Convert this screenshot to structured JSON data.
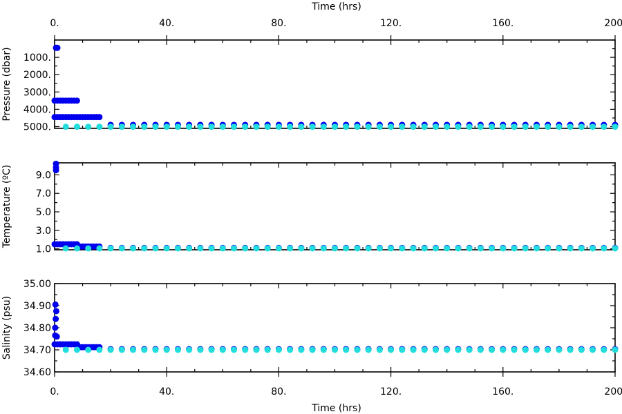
{
  "chart_data": {
    "type": "scatter",
    "title": "",
    "xlabel_top": "Time (hrs)",
    "xlabel_bottom": "Time (hrs)",
    "x_ticks": [
      "0.",
      "40.",
      "80.",
      "120.",
      "160.",
      "200."
    ],
    "xlim": [
      0,
      200
    ],
    "colors": {
      "profile": "#0000ee",
      "surface": "#22dddd"
    },
    "panels": [
      {
        "id": "pressure",
        "ylabel": "Pressure (dbar)",
        "ylim": [
          5100,
          0
        ],
        "y_ticks": [
          "1000.",
          "2000.",
          "3000.",
          "4000.",
          "5000."
        ],
        "y_tick_values": [
          1000,
          2000,
          3000,
          4000,
          5000
        ],
        "series": [
          {
            "color": "profile",
            "points": [
              [
                1,
                450
              ],
              [
                0.5,
                450
              ],
              [
                0,
                3500
              ],
              [
                1,
                3500
              ],
              [
                2,
                3500
              ],
              [
                3,
                3500
              ],
              [
                4,
                3500
              ],
              [
                5,
                3500
              ],
              [
                6,
                3500
              ],
              [
                7,
                3500
              ],
              [
                8,
                3500
              ],
              [
                0,
                4450
              ],
              [
                1,
                4450
              ],
              [
                2,
                4450
              ],
              [
                3,
                4450
              ],
              [
                4,
                4450
              ],
              [
                5,
                4450
              ],
              [
                6,
                4450
              ],
              [
                7,
                4450
              ],
              [
                8,
                4450
              ],
              [
                9,
                4450
              ],
              [
                10,
                4450
              ],
              [
                11,
                4450
              ],
              [
                12,
                4450
              ],
              [
                13,
                4450
              ],
              [
                14,
                4450
              ],
              [
                15,
                4450
              ],
              [
                16,
                4450
              ]
            ],
            "line_t_start": 20,
            "line_t_end": 200,
            "line_t_step": 4,
            "line_value": 4900
          },
          {
            "color": "surface",
            "points": [
              [
                4,
                5010
              ],
              [
                8,
                5010
              ],
              [
                12,
                5010
              ],
              [
                16,
                5010
              ]
            ],
            "line_t_start": 20,
            "line_t_end": 200,
            "line_t_step": 4,
            "line_value": 5010
          }
        ]
      },
      {
        "id": "temperature",
        "ylabel": "Temperature (ºC)",
        "ylim": [
          0.9,
          10.3
        ],
        "y_ticks": [
          "1.0",
          "3.0",
          "5.0",
          "7.0",
          "9.0"
        ],
        "y_tick_values": [
          1,
          3,
          5,
          7,
          9
        ],
        "series": [
          {
            "color": "profile",
            "points": [
              [
                0.5,
                10.2
              ],
              [
                0.5,
                9.8
              ],
              [
                0.5,
                9.5
              ],
              [
                0,
                1.5
              ],
              [
                1,
                1.5
              ],
              [
                2,
                1.5
              ],
              [
                3,
                1.5
              ],
              [
                4,
                1.5
              ],
              [
                5,
                1.5
              ],
              [
                6,
                1.5
              ],
              [
                7,
                1.5
              ],
              [
                8,
                1.5
              ],
              [
                9,
                1.25
              ],
              [
                10,
                1.25
              ],
              [
                11,
                1.25
              ],
              [
                12,
                1.25
              ],
              [
                13,
                1.25
              ],
              [
                14,
                1.25
              ],
              [
                15,
                1.25
              ],
              [
                16,
                1.25
              ]
            ],
            "line_t_start": 20,
            "line_t_end": 200,
            "line_t_step": 4,
            "line_value": 1.1
          },
          {
            "color": "surface",
            "points": [
              [
                4,
                1.05
              ],
              [
                8,
                1.05
              ],
              [
                12,
                1.05
              ],
              [
                16,
                1.05
              ]
            ],
            "line_t_start": 20,
            "line_t_end": 200,
            "line_t_step": 4,
            "line_value": 1.05
          }
        ]
      },
      {
        "id": "salinity",
        "ylabel": "Salinity (psu)",
        "ylim": [
          34.6,
          35.0
        ],
        "y_ticks": [
          "34.60",
          "34.70",
          "34.80",
          "34.90",
          "35.00"
        ],
        "y_tick_values": [
          34.6,
          34.7,
          34.8,
          34.9,
          35.0
        ],
        "series": [
          {
            "color": "profile",
            "points": [
              [
                0.3,
                34.905
              ],
              [
                0.6,
                34.875
              ],
              [
                0.4,
                34.84
              ],
              [
                0.2,
                34.8
              ],
              [
                0.2,
                34.765
              ],
              [
                0.8,
                34.76
              ],
              [
                0,
                34.725
              ],
              [
                1,
                34.725
              ],
              [
                2,
                34.725
              ],
              [
                3,
                34.725
              ],
              [
                4,
                34.725
              ],
              [
                5,
                34.725
              ],
              [
                6,
                34.725
              ],
              [
                7,
                34.725
              ],
              [
                8,
                34.725
              ],
              [
                9,
                34.712
              ],
              [
                10,
                34.712
              ],
              [
                11,
                34.712
              ],
              [
                12,
                34.712
              ],
              [
                13,
                34.712
              ],
              [
                14,
                34.712
              ],
              [
                15,
                34.712
              ],
              [
                16,
                34.712
              ]
            ],
            "line_t_start": 20,
            "line_t_end": 200,
            "line_t_step": 4,
            "line_value": 34.703
          },
          {
            "color": "surface",
            "points": [
              [
                4,
                34.7
              ],
              [
                8,
                34.7
              ],
              [
                12,
                34.7
              ],
              [
                16,
                34.7
              ]
            ],
            "line_t_start": 20,
            "line_t_end": 200,
            "line_t_step": 4,
            "line_value": 34.7
          }
        ]
      }
    ]
  }
}
